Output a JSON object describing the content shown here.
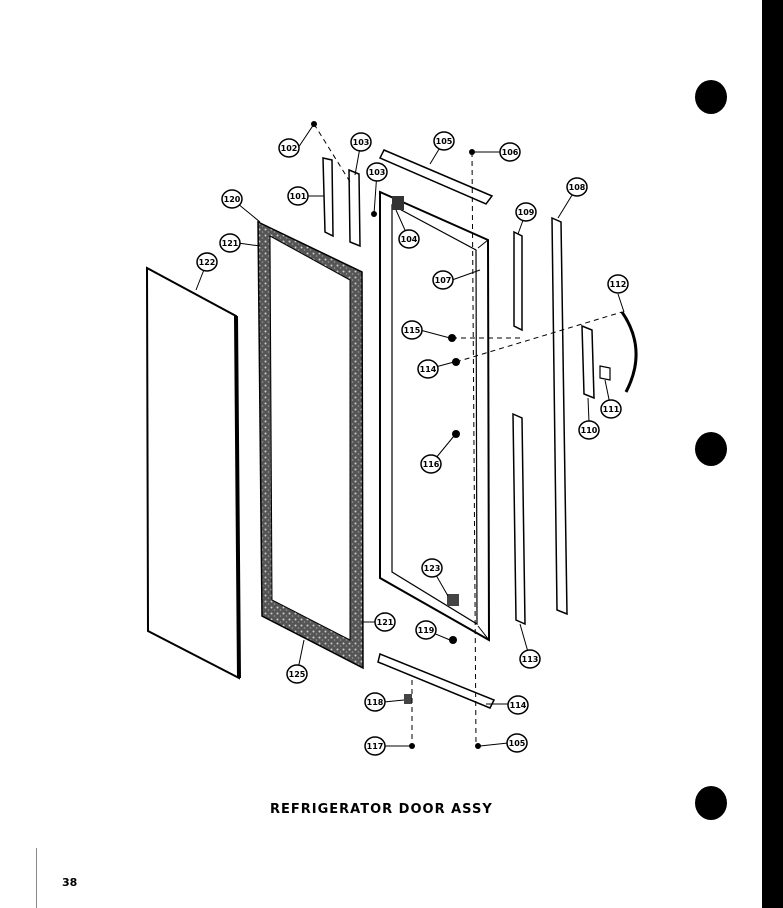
{
  "title": "REFRIGERATOR DOOR ASSY",
  "page_number": "38",
  "part_callouts": [
    "102",
    "103",
    "101",
    "103",
    "105",
    "106",
    "120",
    "121",
    "122",
    "104",
    "107",
    "109",
    "108",
    "115",
    "114",
    "112",
    "110",
    "111",
    "116",
    "123",
    "119",
    "121",
    "125",
    "113",
    "118",
    "114",
    "117",
    "105"
  ]
}
